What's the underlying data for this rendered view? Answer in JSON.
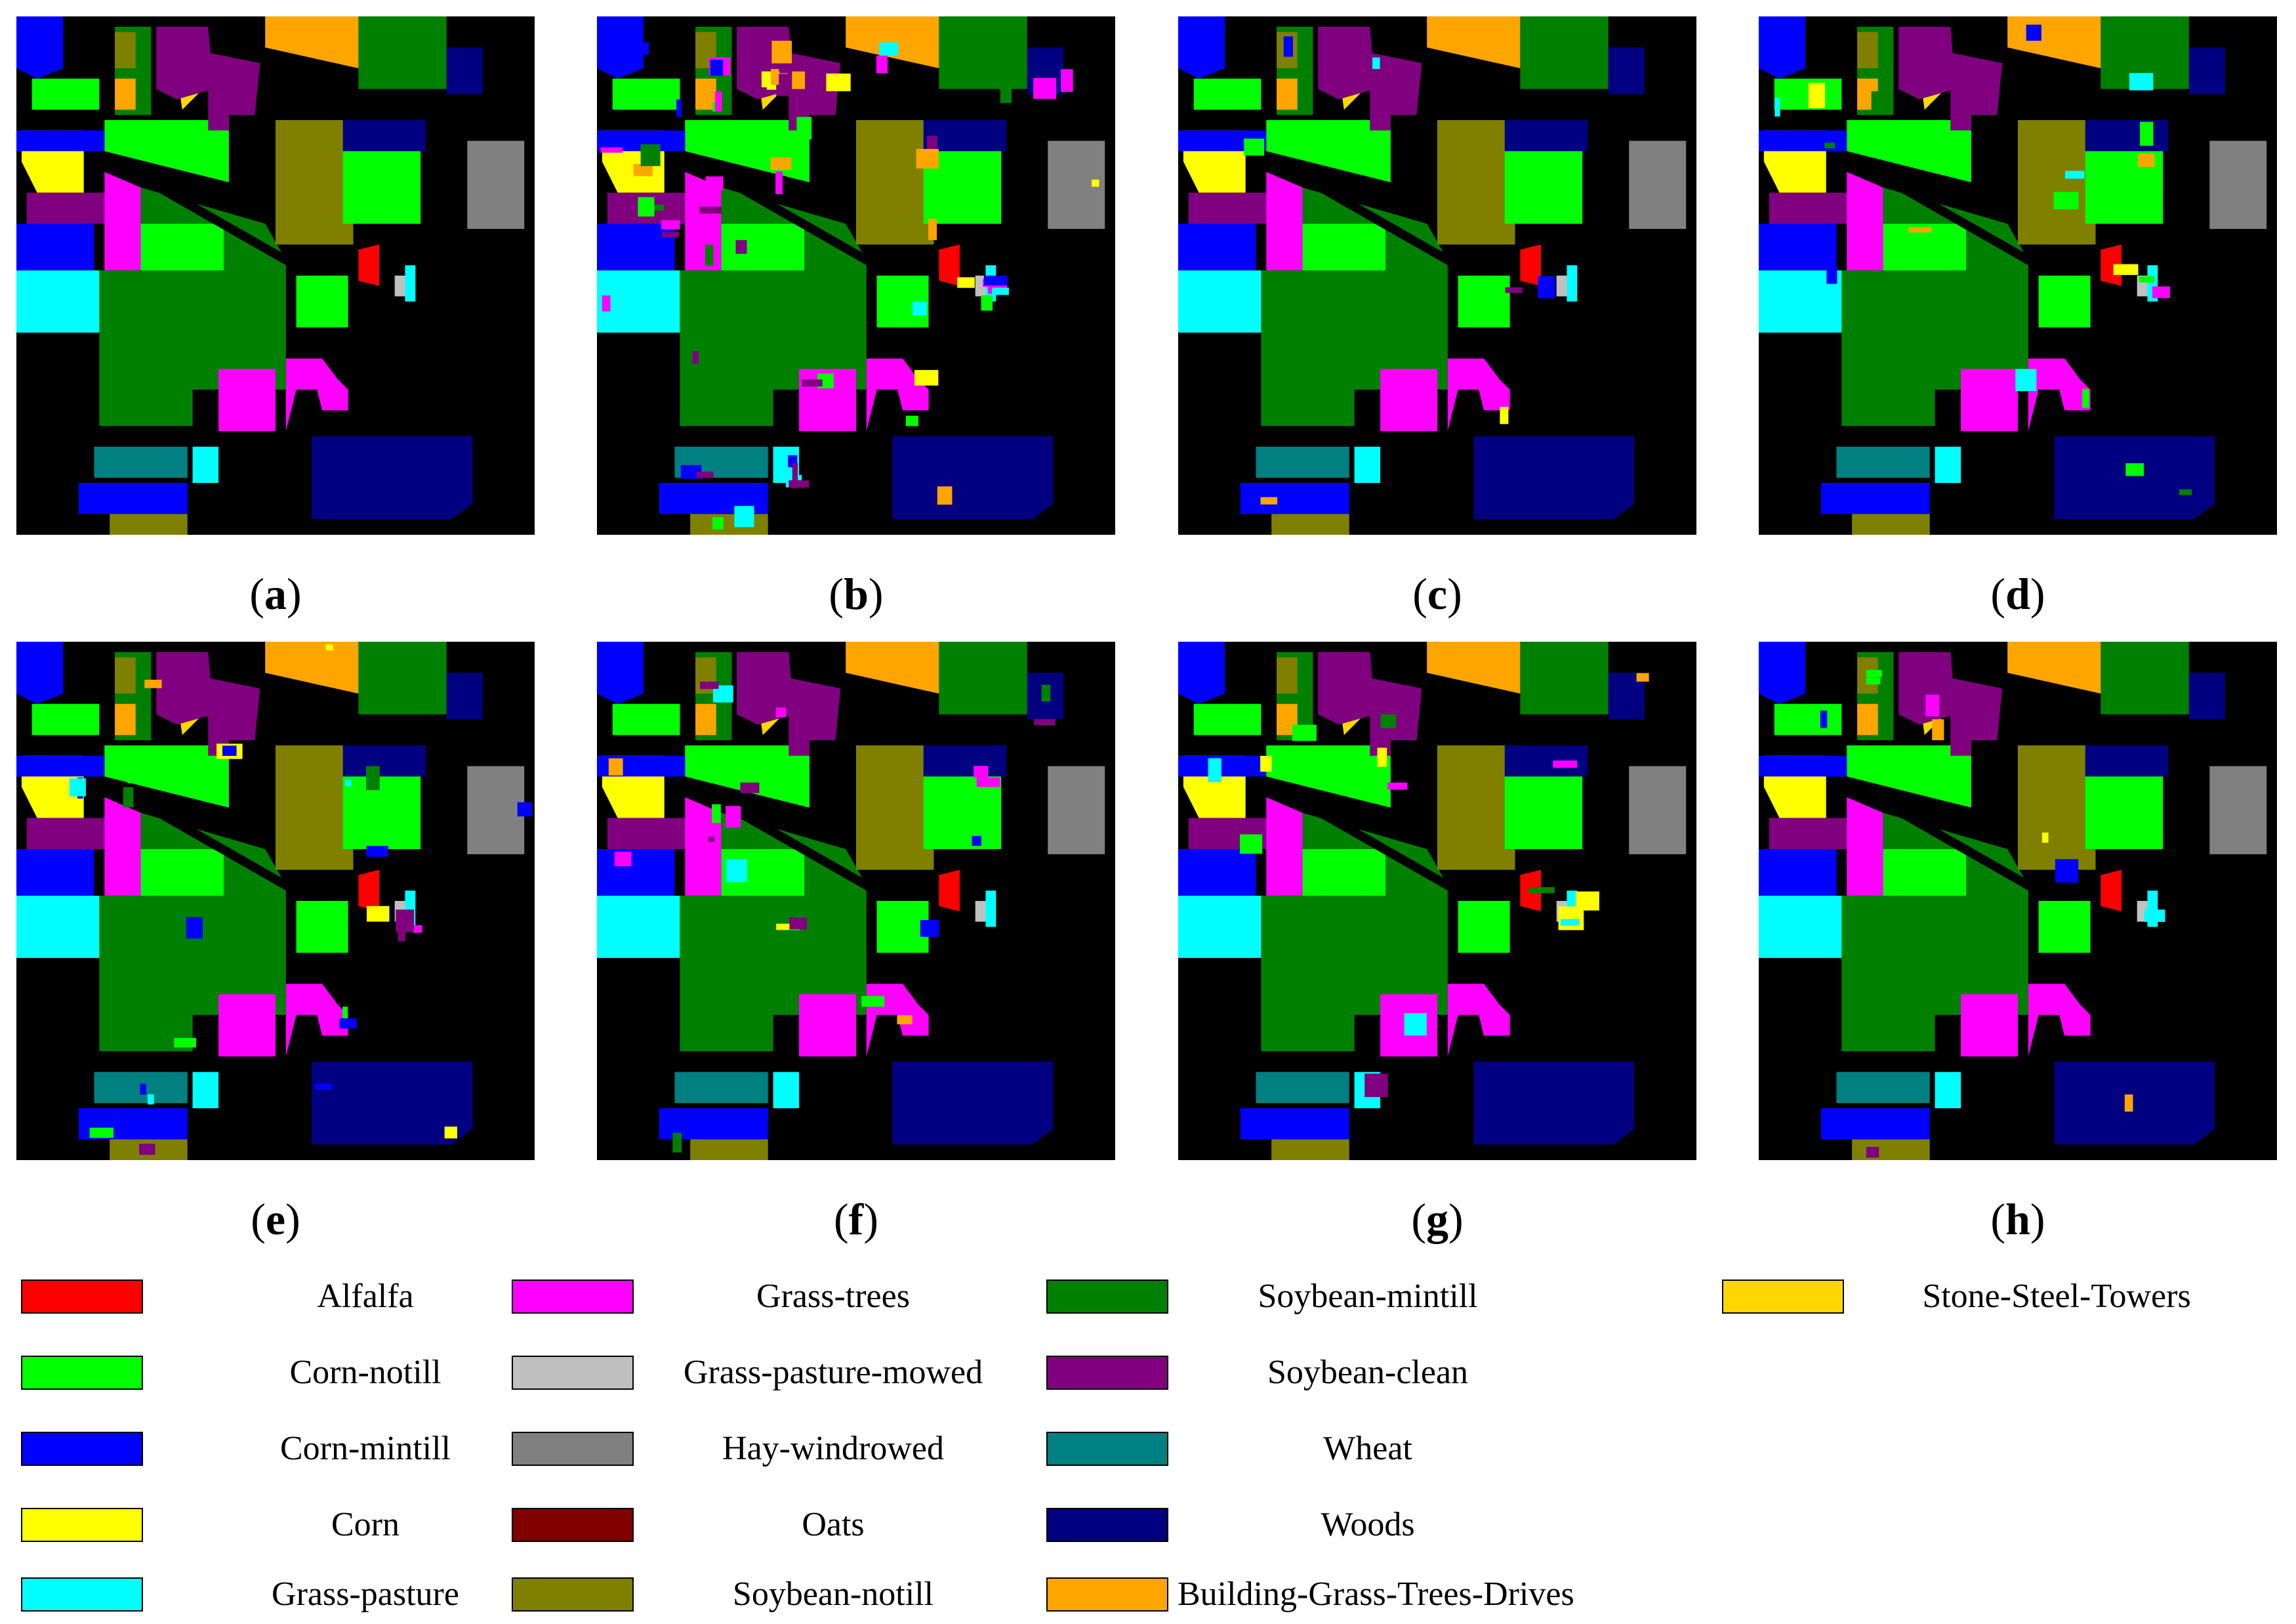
{
  "panels": [
    {
      "id": "a",
      "caption": "a"
    },
    {
      "id": "b",
      "caption": "b"
    },
    {
      "id": "c",
      "caption": "c"
    },
    {
      "id": "d",
      "caption": "d"
    },
    {
      "id": "e",
      "caption": "e"
    },
    {
      "id": "f",
      "caption": "f"
    },
    {
      "id": "g",
      "caption": "g"
    },
    {
      "id": "h",
      "caption": "h"
    }
  ],
  "legend": [
    {
      "label": "Alfalfa",
      "color": "#ff0000"
    },
    {
      "label": "Corn-notill",
      "color": "#00ff00"
    },
    {
      "label": "Corn-mintill",
      "color": "#0000ff"
    },
    {
      "label": "Corn",
      "color": "#ffff00"
    },
    {
      "label": "Grass-pasture",
      "color": "#00ffff"
    },
    {
      "label": "Grass-trees",
      "color": "#ff00ff"
    },
    {
      "label": "Grass-pasture-mowed",
      "color": "#c0c0c0"
    },
    {
      "label": "Hay-windrowed",
      "color": "#808080"
    },
    {
      "label": "Oats",
      "color": "#800000"
    },
    {
      "label": "Soybean-notill",
      "color": "#808000"
    },
    {
      "label": "Soybean-mintill",
      "color": "#008000"
    },
    {
      "label": "Soybean-clean",
      "color": "#800080"
    },
    {
      "label": "Wheat",
      "color": "#008080"
    },
    {
      "label": "Woods",
      "color": "#000080"
    },
    {
      "label": "Building-Grass-Trees-Drives",
      "color": "#ffa500"
    },
    {
      "label": "Stone-Steel-Towers",
      "color": "#ffd700"
    }
  ]
}
